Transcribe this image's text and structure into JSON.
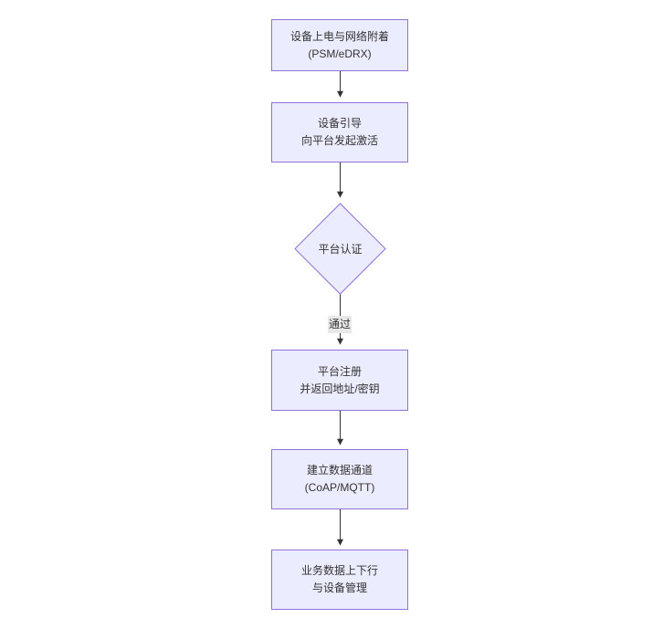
{
  "diagram": {
    "type": "flowchart",
    "direction": "top-down",
    "background": "#ffffff",
    "colors": {
      "node_fill": "#ECECFF",
      "node_border": "#9370DB",
      "node_text": "#333333",
      "edge_line": "#333333",
      "edge_label_bg": "#e8e8e8",
      "edge_label_text": "#333333"
    },
    "nodes": [
      {
        "id": "power-attach",
        "shape": "rect",
        "lines": [
          "设备上电与网络附着",
          "(PSM/eDRX)"
        ]
      },
      {
        "id": "bootstrap-activate",
        "shape": "rect",
        "lines": [
          "设备引导",
          "向平台发起激活"
        ]
      },
      {
        "id": "platform-auth",
        "shape": "diamond",
        "lines": [
          "平台认证"
        ]
      },
      {
        "id": "platform-register",
        "shape": "rect",
        "lines": [
          "平台注册",
          "并返回地址/密钥"
        ]
      },
      {
        "id": "data-channel",
        "shape": "rect",
        "lines": [
          "建立数据通道",
          "(CoAP/MQTT)"
        ]
      },
      {
        "id": "business-data",
        "shape": "rect",
        "lines": [
          "业务数据上下行",
          "与设备管理"
        ]
      }
    ],
    "edges": [
      {
        "from": "power-attach",
        "to": "bootstrap-activate",
        "label": ""
      },
      {
        "from": "bootstrap-activate",
        "to": "platform-auth",
        "label": ""
      },
      {
        "from": "platform-auth",
        "to": "platform-register",
        "label": "通过"
      },
      {
        "from": "platform-register",
        "to": "data-channel",
        "label": ""
      },
      {
        "from": "data-channel",
        "to": "business-data",
        "label": ""
      }
    ]
  }
}
